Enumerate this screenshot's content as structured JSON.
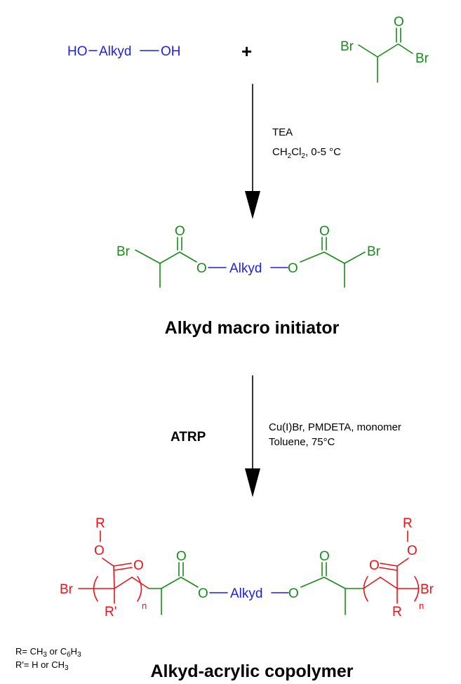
{
  "reactants": {
    "diol": {
      "left": "HO",
      "core": "Alkyd",
      "right": "OH"
    },
    "plus": "+",
    "acyl_bromide": {
      "br_left": "Br",
      "o_top": "O",
      "br_right": "Br"
    }
  },
  "step1": {
    "line1": "TEA",
    "line2_pre": "CH",
    "line2_sub1": "2",
    "line2_mid": "Cl",
    "line2_sub2": "2",
    "line2_post": ", 0-5 °C"
  },
  "initiator": {
    "br_left": "Br",
    "o_left_top": "O",
    "o_left_link": "O",
    "core": "Alkyd",
    "o_right_link": "O",
    "o_right_top": "O",
    "br_right": "Br",
    "title": "Alkyd macro initiator"
  },
  "step2": {
    "label": "ATRP",
    "line1": "Cu(I)Br, PMDETA, monomer",
    "line2": "Toluene, 75°C"
  },
  "copolymer": {
    "r_left": "R",
    "o_left_ester": "O",
    "o_left_carbonyl": "O",
    "br_left": "Br",
    "r_prime_left": "R'",
    "n_left": "n",
    "o_mid_left_top": "O",
    "o_mid_left_link": "O",
    "core": "Alkyd",
    "o_mid_right_link": "O",
    "o_mid_right_top": "O",
    "r_right": "R",
    "o_right_ester": "O",
    "o_right_carbonyl": "O",
    "br_right": "Br",
    "r_right_bottom": "R",
    "n_right": "n",
    "title": "Alkyd-acrylic copolymer"
  },
  "notes": {
    "r_def_pre": "R= CH",
    "r_def_sub1": "3",
    "r_def_mid": " or C",
    "r_def_sub2": "6",
    "r_def_mid2": "H",
    "r_def_sub3": "3",
    "rp_def_pre": "R'= H or CH",
    "rp_def_sub": "3"
  },
  "colors": {
    "green": "#1a8a1a",
    "blue": "#1f1fe0",
    "red": "#e8141a",
    "black": "#000000"
  }
}
